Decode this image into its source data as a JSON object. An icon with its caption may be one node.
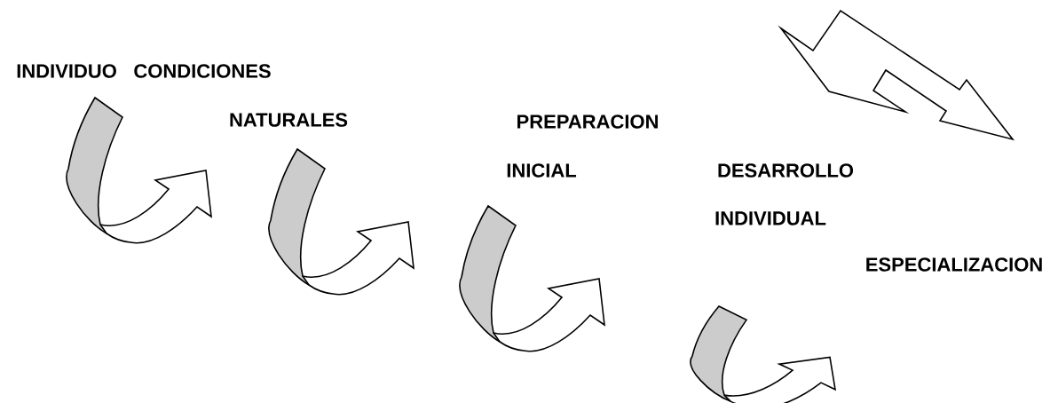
{
  "diagram": {
    "nodes": [
      {
        "text": [
          "INDIVIDUO"
        ]
      },
      {
        "text": [
          "CONDICIONES"
        ]
      },
      {
        "text": [
          "NATURALES"
        ]
      },
      {
        "text": [
          "PREPARACION"
        ]
      },
      {
        "text": [
          "INICIAL"
        ]
      },
      {
        "text": [
          "DESARROLLO"
        ]
      },
      {
        "text": [
          "INDIVIDUAL"
        ]
      },
      {
        "text": [
          "ESPECIALIZACION"
        ]
      }
    ]
  }
}
